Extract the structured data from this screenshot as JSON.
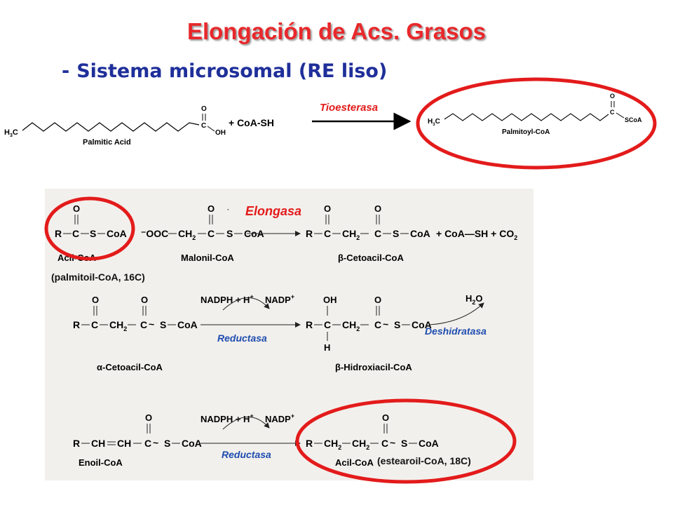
{
  "title": "Elongación de Acs. Grasos",
  "subtitle": {
    "dash": "-",
    "text": "Sistema microsomal (RE liso)"
  },
  "top_reaction": {
    "reactant_name": "Palmitic Acid",
    "h3c": "H3C",
    "o_top": "O",
    "c": "C",
    "oh": "OH",
    "reagent": "+ CoA-SH",
    "enzyme": "Tioesterasa",
    "product_name": "Palmitoyl-CoA",
    "scoa": "SCoA"
  },
  "scheme": {
    "step1": {
      "enzyme": "Elongasa",
      "acyl_name": "Acil-CoA",
      "acyl_note": "(palmitoil-CoA, 16C)",
      "malonyl_name": "Malonil-CoA",
      "product_name": "β-Cetoacil-CoA",
      "byproducts": "+ CoA—SH + CO",
      "co2_sub": "2"
    },
    "step2": {
      "substrate_name": "α-Cetoacil-CoA",
      "cofactor_in": "NADPH + H",
      "cofactor_out": "NADP",
      "enzyme": "Reductasa",
      "product_name": "β-Hidroxiacil-CoA",
      "water": "H",
      "water_o": "O",
      "enzyme2": "Deshidratasa"
    },
    "step3": {
      "substrate_name": "Enoil-CoA",
      "cofactor_in": "NADPH + H",
      "cofactor_out": "NADP",
      "enzyme": "Reductasa",
      "product_name": "Acil-CoA",
      "product_note": "(estearoil-CoA, 18C)"
    },
    "atoms": {
      "R": "R",
      "C": "C",
      "S": "S",
      "O": "O",
      "CoA": "CoA",
      "CH": "CH",
      "CH2": "CH",
      "two": "2",
      "OOC": "⁻OOC",
      "OH": "OH",
      "H": "H"
    }
  },
  "colors": {
    "title": "#e8282b",
    "subtitle": "#1f2f9a",
    "highlight_circle": "#e31b1b",
    "enzyme_text": "#e31b1b",
    "enzyme_blue": "#1f4db0",
    "scan_background": "#f2f0ec"
  }
}
